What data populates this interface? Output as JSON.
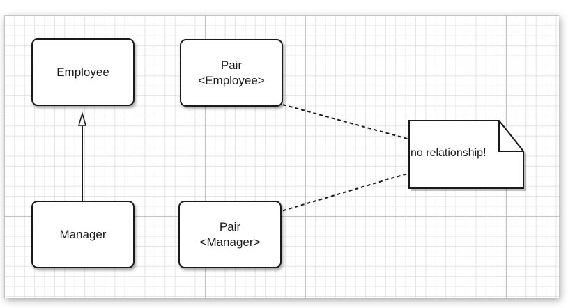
{
  "diagram": {
    "classes": {
      "employee": "Employee",
      "manager": "Manager",
      "pair_employee": {
        "line1": "Pair",
        "line2": "<Employee>"
      },
      "pair_manager": {
        "line1": "Pair",
        "line2": "<Manager>"
      }
    },
    "note": "no relationship!",
    "relations": [
      {
        "from": "Manager",
        "to": "Employee",
        "type": "inheritance"
      },
      {
        "from": "Pair<Employee>",
        "to": "note",
        "type": "dashed-annotation"
      },
      {
        "from": "Pair<Manager>",
        "to": "note",
        "type": "dashed-annotation"
      }
    ],
    "colors": {
      "line": "#1a1a1a",
      "grid_major": "#c4c4c4",
      "grid_minor": "#e4e4e4",
      "background": "#ffffff"
    }
  }
}
